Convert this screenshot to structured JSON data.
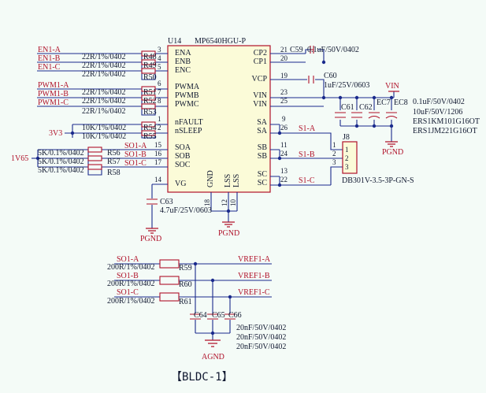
{
  "sheet": {
    "title": "【BLDC-1】"
  },
  "chip": {
    "ref": "U14",
    "part": "MP6540HGU-P",
    "pins_left": [
      {
        "name": "ENA",
        "num": "3"
      },
      {
        "name": "ENB",
        "num": "4"
      },
      {
        "name": "ENC",
        "num": "5"
      },
      {
        "name": "PWMA",
        "num": "6"
      },
      {
        "name": "PWMB",
        "num": "7"
      },
      {
        "name": "PWMC",
        "num": "8"
      },
      {
        "name": "nFAULT",
        "num": "1"
      },
      {
        "name": "nSLEEP",
        "num": "2"
      },
      {
        "name": "SOA",
        "num": "15"
      },
      {
        "name": "SOB",
        "num": "16"
      },
      {
        "name": "SOC",
        "num": "17"
      },
      {
        "name": "VG",
        "num": "14"
      }
    ],
    "pins_right": [
      {
        "name": "CP2",
        "num": "21"
      },
      {
        "name": "CP1",
        "num": "20"
      },
      {
        "name": "VCP",
        "num": "19"
      },
      {
        "name": "VIN",
        "num": "23"
      },
      {
        "name": "VIN",
        "num": "25"
      },
      {
        "name": "SA",
        "num": "9"
      },
      {
        "name": "SA",
        "num": "26"
      },
      {
        "name": "SB",
        "num": "11"
      },
      {
        "name": "SB",
        "num": "24"
      },
      {
        "name": "SC",
        "num": "13"
      },
      {
        "name": "SC",
        "num": "22"
      }
    ],
    "pins_bottom": [
      {
        "name": "GND",
        "num": "18"
      },
      {
        "name": "LSS",
        "num": "12"
      },
      {
        "name": "LSS",
        "num": "10"
      }
    ]
  },
  "nets": {
    "en_a": "EN1-A",
    "en_b": "EN1-B",
    "en_c": "EN1-C",
    "pwm_a": "PWM1-A",
    "pwm_b": "PWM1-B",
    "pwm_c": "PWM1-C",
    "v3": "3V3",
    "v1": "1V65",
    "so_a": "SO1-A",
    "so_b": "SO1-B",
    "so_c": "SO1-C",
    "s_a": "S1-A",
    "s_b": "S1-B",
    "s_c": "S1-C",
    "vin": "VIN",
    "pgnd": "PGND",
    "agnd": "AGND",
    "vref_a": "VREF1-A",
    "vref_b": "VREF1-B",
    "vref_c": "VREF1-C"
  },
  "resistors": {
    "r48": {
      "ref": "R48",
      "value": "22R/1%/0402"
    },
    "r49": {
      "ref": "R49",
      "value": "22R/1%/0402"
    },
    "r50": {
      "ref": "R50",
      "value": "22R/1%/0402"
    },
    "r51": {
      "ref": "R51",
      "value": "22R/1%/0402"
    },
    "r52": {
      "ref": "R52",
      "value": "22R/1%/0402"
    },
    "r53": {
      "ref": "R53",
      "value": "22R/1%/0402"
    },
    "r54": {
      "ref": "R54",
      "value": "10K/1%/0402"
    },
    "r55": {
      "ref": "R55",
      "value": "10K/1%/0402"
    },
    "r56": {
      "ref": "R56",
      "value": "5K/0.1%/0402"
    },
    "r57": {
      "ref": "R57",
      "value": "5K/0.1%/0402"
    },
    "r58": {
      "ref": "R58",
      "value": "5K/0.1%/0402"
    },
    "r59": {
      "ref": "R59",
      "value": "200R/1%/0402"
    },
    "r60": {
      "ref": "R60",
      "value": "200R/1%/0402"
    },
    "r61": {
      "ref": "R61",
      "value": "200R/1%/0402"
    }
  },
  "capacitors": {
    "c59": {
      "ref": "C59",
      "value": "0.1uF/50V/0402"
    },
    "c60": {
      "ref": "C60",
      "value": "1uF/25V/0603"
    },
    "c61": {
      "ref": "C61"
    },
    "c62": {
      "ref": "C62"
    },
    "ec7": {
      "ref": "EC7"
    },
    "ec8": {
      "ref": "EC8"
    },
    "c63": {
      "ref": "C63",
      "value": "4.7uF/25V/0603"
    },
    "c64": {
      "ref": "C64"
    },
    "c65": {
      "ref": "C65"
    },
    "c66": {
      "ref": "C66"
    },
    "vin_bank_values": [
      "0.1uF/50V/0402",
      "10uF/50V/1206",
      "ERS1KM101G16OT",
      "ERS1JM221G16OT"
    ],
    "vref_bank_values": [
      "20nF/50V/0402",
      "20nF/50V/0402",
      "20nF/50V/0402"
    ]
  },
  "connector": {
    "ref": "J8",
    "part": "DB301V-3.5-3P-GN-S",
    "pins": [
      "1",
      "2",
      "3"
    ],
    "side_nums": [
      "1",
      "2",
      "3"
    ]
  }
}
